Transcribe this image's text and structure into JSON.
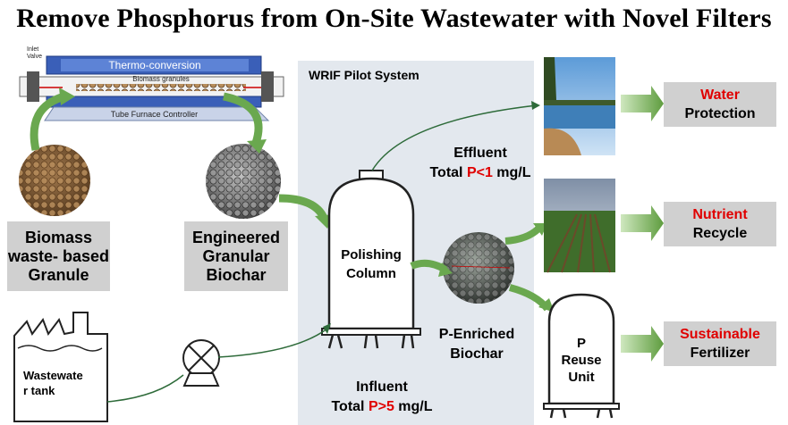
{
  "title": "Remove Phosphorus from On-Site Wastewater with Novel Filters",
  "furnace": {
    "thermo": "Thermo-conversion",
    "granules": "Biomass granules",
    "controller": "Tube Furnace Controller",
    "inlet1": "Inlet",
    "inlet2": "Valve"
  },
  "panel_title": "WRIF Pilot System",
  "biomass_box": [
    "Biomass",
    "waste- based",
    "Granule"
  ],
  "biochar_box": [
    "Engineered",
    "Granular",
    "Biochar"
  ],
  "column_label": [
    "Polishing",
    "Column"
  ],
  "effluent": {
    "line1": "Effluent",
    "prefix": "Total ",
    "value": "P<1",
    "unit": " mg/L"
  },
  "influent": {
    "line1": "Influent",
    "prefix": "Total ",
    "value": "P>5",
    "unit": " mg/L"
  },
  "penriched": [
    "P-Enriched",
    "Biochar"
  ],
  "reuse_unit": [
    "P",
    "Reuse",
    "Unit"
  ],
  "wastewater_tank": [
    "Wastewate",
    "r tank"
  ],
  "outcomes": [
    {
      "red": "Water",
      "black": "Protection"
    },
    {
      "red": "Nutrient",
      "black": "Recycle"
    },
    {
      "red": "Sustainable",
      "black": "Fertilizer"
    }
  ],
  "colors": {
    "red": "#e00000",
    "green_arrow": "#6aa84f",
    "box_gray": "#d0d0d0",
    "panel_bg": "#e3e8ee",
    "line_green": "#2e6b3a"
  }
}
